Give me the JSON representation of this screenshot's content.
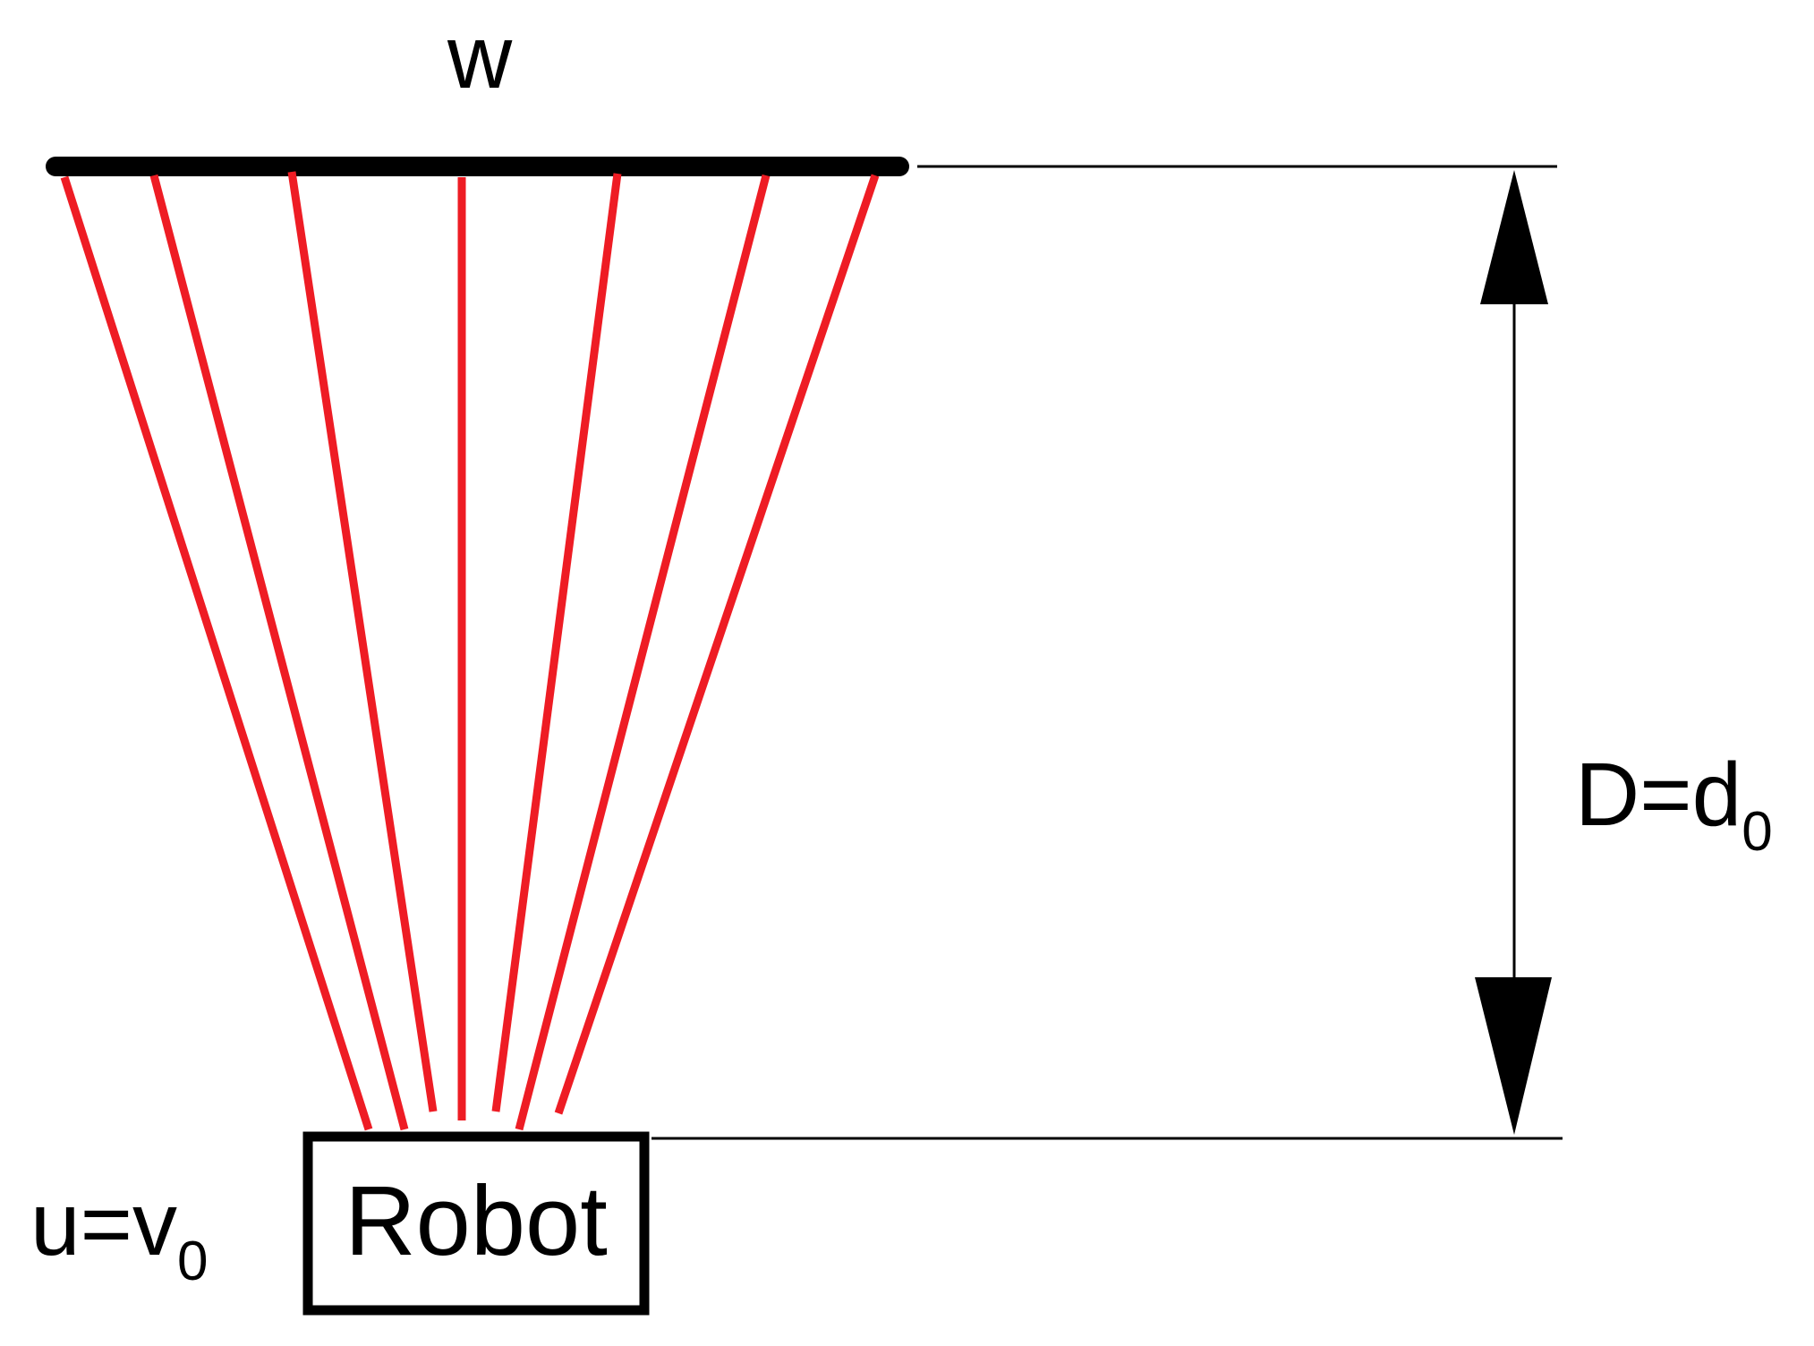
{
  "wall_label": "w",
  "distance_label": {
    "main": "D=d",
    "sub": "0"
  },
  "velocity_label": {
    "main": "u=v",
    "sub": "0"
  },
  "robot_label": "Robot",
  "ray_count": 7,
  "colors": {
    "rays": "#ee1c24",
    "wall": "#000000",
    "lines": "#000000"
  }
}
